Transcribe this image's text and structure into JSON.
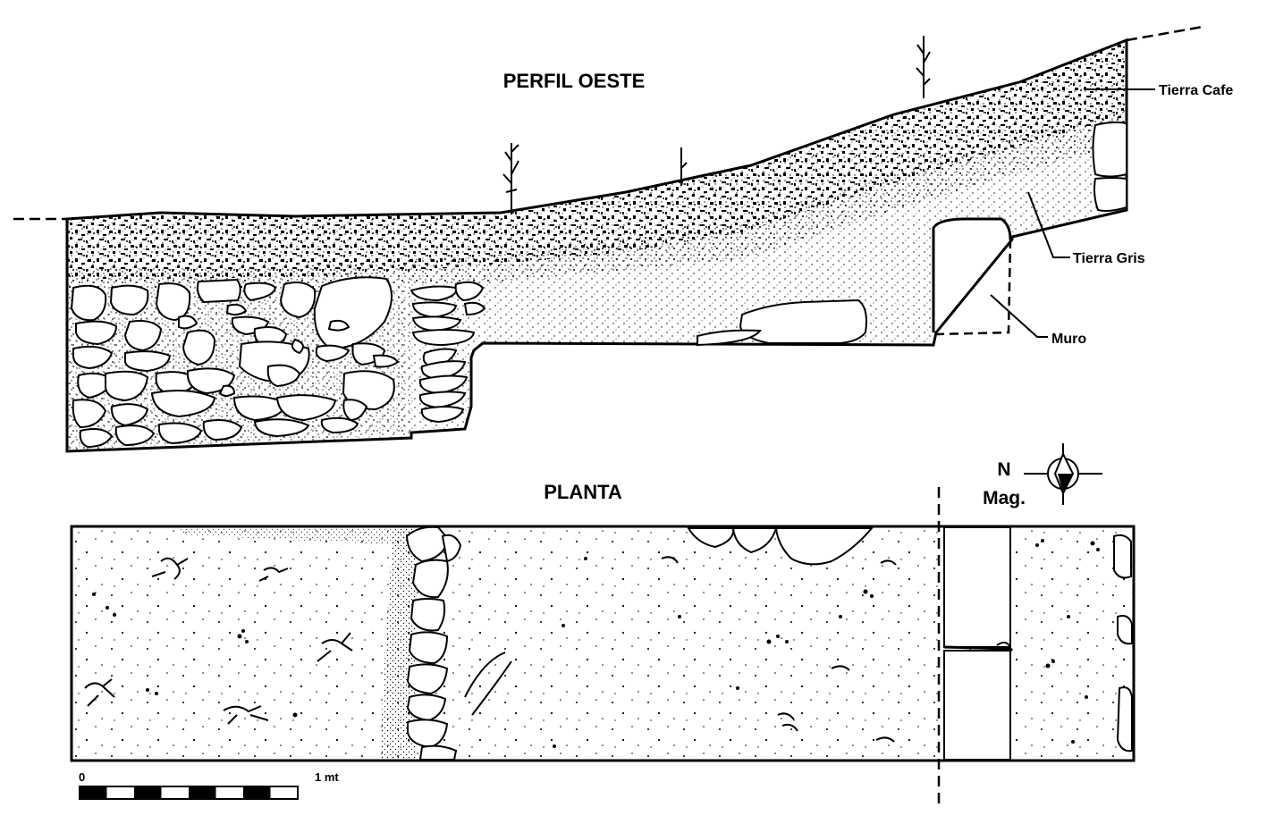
{
  "titles": {
    "profile": "PERFIL OESTE",
    "plan": "PLANTA"
  },
  "layers": {
    "tierra_cafe": "Tierra Cafe",
    "tierra_gris": "Tierra Gris",
    "muro": "Muro"
  },
  "north": {
    "n": "N",
    "mag": "Mag."
  },
  "scale": {
    "start": "0",
    "end": "1 mt",
    "segments": 8
  }
}
